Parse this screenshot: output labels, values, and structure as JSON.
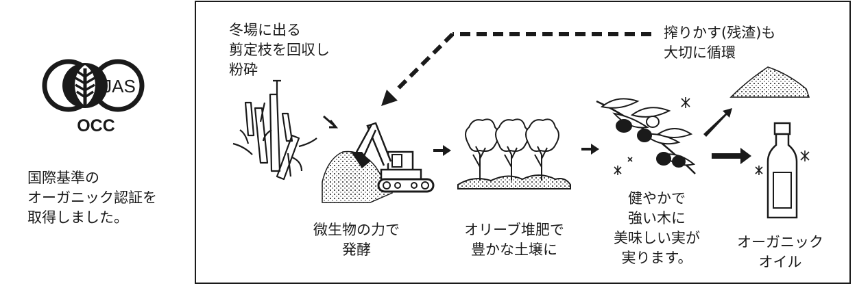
{
  "logo": {
    "jas_text": "JAS",
    "org_text": "OCC"
  },
  "certification": {
    "lines": [
      "国際基準の",
      "オーガニック認証を",
      "取得しました。"
    ]
  },
  "flow": {
    "pruning": [
      "冬場に出る",
      "剪定枝を回収し",
      "粉砕"
    ],
    "fermentation": [
      "微生物の力で",
      "発酵"
    ],
    "compost": [
      "オリーブ堆肥で",
      "豊かな土壌に"
    ],
    "fruit": [
      "健やかで",
      "強い木に",
      "美味しい実が",
      "実ります。"
    ],
    "residue": [
      "搾りかす(残渣)も",
      "大切に循環"
    ],
    "oil": [
      "オーガニック",
      "オイル"
    ]
  },
  "colors": {
    "ink": "#1a1a1a",
    "background": "#ffffff"
  }
}
